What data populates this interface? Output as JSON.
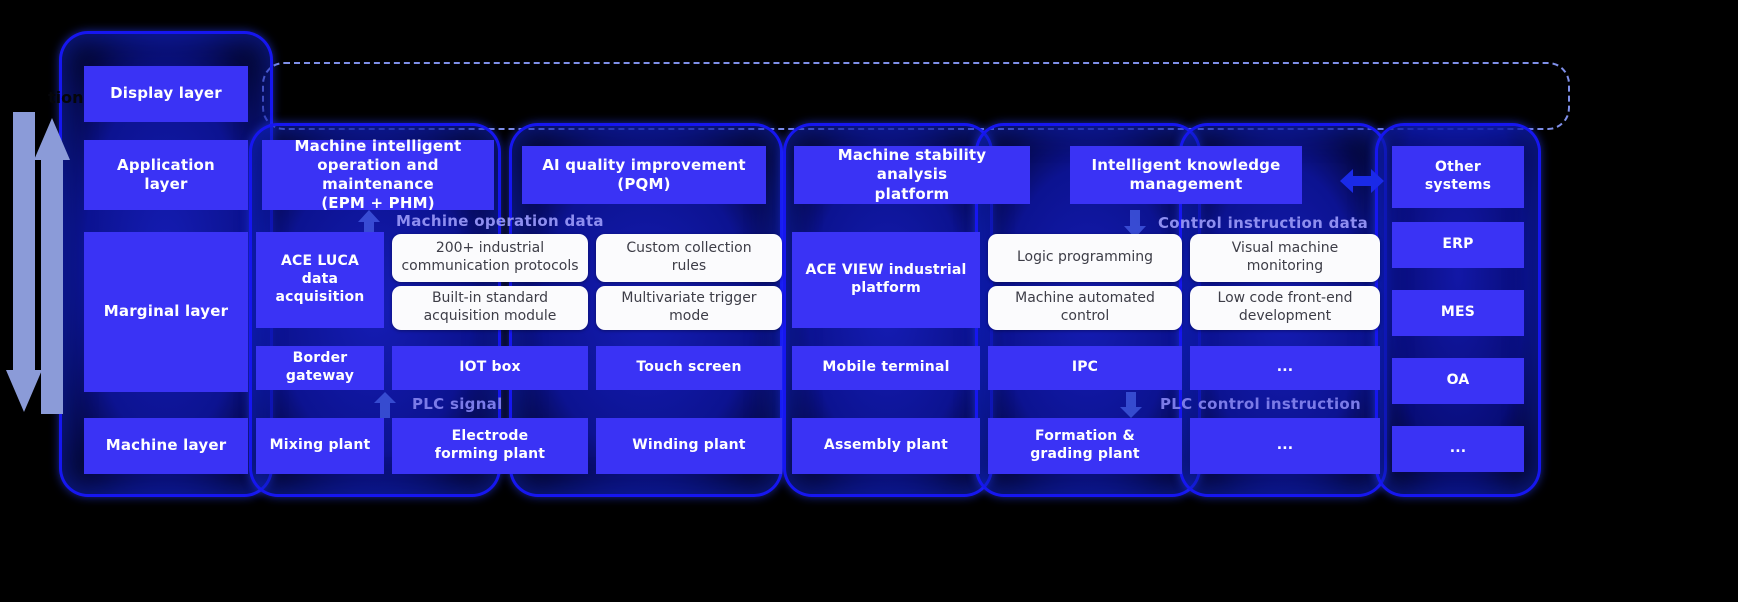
{
  "diagram": {
    "title_fragment_left": "tion",
    "layers": [
      {
        "id": "display",
        "label": "Display layer"
      },
      {
        "id": "application",
        "label": "Application\nlayer"
      },
      {
        "id": "marginal",
        "label": "Marginal layer"
      },
      {
        "id": "machine",
        "label": "Machine layer"
      }
    ],
    "application_row": [
      "Machine intelligent\noperation and maintenance\n(EPM + PHM)",
      "AI quality improvement\n(PQM)",
      "Machine stability analysis\nplatform",
      "Intelligent knowledge\nmanagement"
    ],
    "marginal_platform_left": "ACE LUCA data\nacquisition",
    "marginal_platform_right": "ACE VIEW industrial\nplatform",
    "marginal_white_left": [
      "200+ industrial\ncommunication protocols",
      "Custom collection\nrules",
      "Built-in standard\nacquisition module",
      "Multivariate trigger\nmode"
    ],
    "marginal_white_right": [
      "Logic programming",
      "Visual machine\nmonitoring",
      "Machine automated\ncontrol",
      "Low code front-end\ndevelopment"
    ],
    "device_row": [
      "Border gateway",
      "IOT box",
      "Touch screen",
      "Mobile terminal",
      "IPC",
      "..."
    ],
    "machine_row": [
      "Mixing plant",
      "Electrode\nforming plant",
      "Winding plant",
      "Assembly plant",
      "Formation &\ngrading plant",
      "..."
    ],
    "right_column": [
      "Other\nsystems",
      "ERP",
      "MES",
      "OA",
      "..."
    ],
    "flow_labels": {
      "machine_operation_data": "Machine operation data",
      "control_instruction_data": "Control instruction data",
      "plc_signal": "PLC signal",
      "plc_control_instruction": "PLC control instruction"
    },
    "colors": {
      "box_blue": "#3a33f5",
      "box_white": "#fbfbfd",
      "glow_border": "#1616f0",
      "flow_label": "#8e8ef0",
      "side_arrow": "#8b9bd8",
      "dashed_border": "#7f8fe8",
      "background": "#000000"
    }
  }
}
